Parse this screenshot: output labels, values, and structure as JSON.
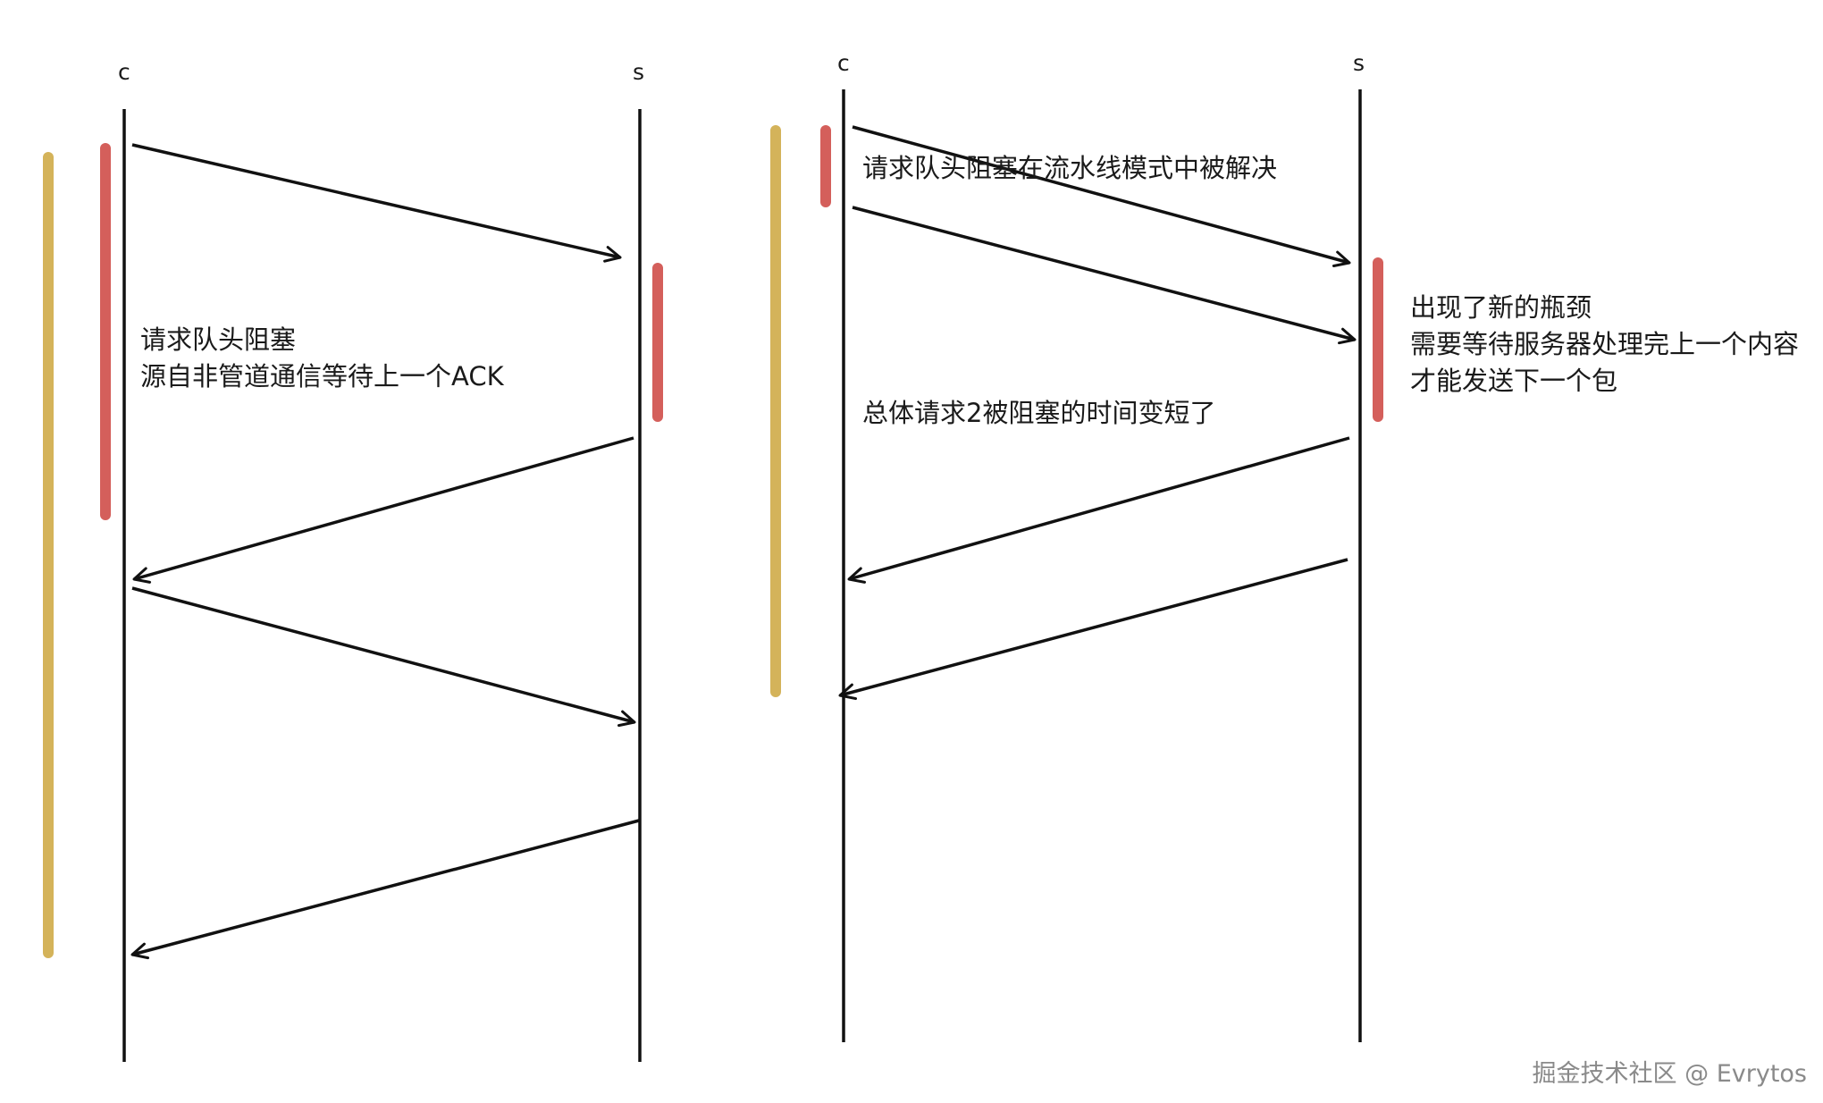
{
  "left_diagram": {
    "client_label": "c",
    "server_label": "s",
    "note_lines": [
      "请求队头阻塞",
      "源自非管道通信等待上一个ACK"
    ]
  },
  "right_diagram": {
    "client_label": "c",
    "server_label": "s",
    "top_note": "请求队头阻塞在流水线模式中被解决",
    "middle_note": "总体请求2被阻塞的时间变短了",
    "server_note_lines": [
      "出现了新的瓶颈",
      "需要等待服务器处理完上一个内容",
      "才能发送下一个包"
    ]
  },
  "colors": {
    "line": "#111111",
    "blocking_bar": "#d45f5b",
    "total_bar": "#d4b35a"
  },
  "watermark": "掘金技术社区 @ Evrytos"
}
